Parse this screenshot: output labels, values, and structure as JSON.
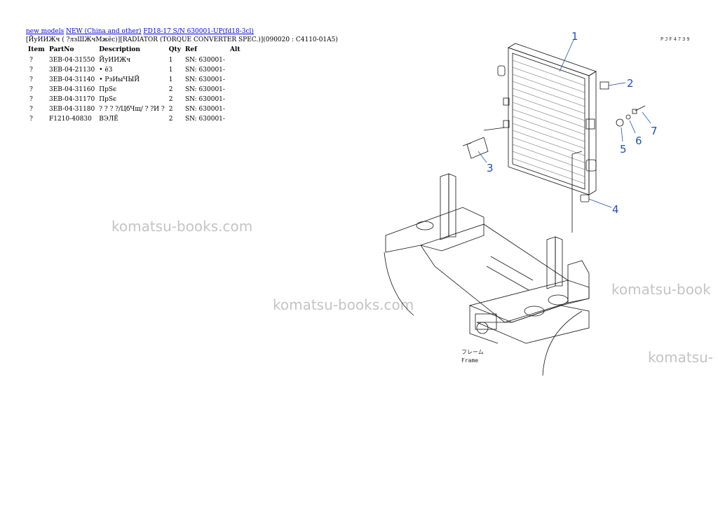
{
  "breadcrumb": {
    "link1": "new models",
    "link2": "NEW (China and other)",
    "link3": "FD18-17 S/N 630001-UP(fd18-3cl)"
  },
  "heading": "[ЙуИИЖч ( ?лзШЖчМжёс)][RADIATOR (TORQUE CONVERTER SPEC.)](090020 : C4110-01A5)",
  "table": {
    "headers": {
      "item": "Item",
      "partno": "PartNo",
      "description": "Description",
      "qty": "Qty",
      "ref": "Ref",
      "alt": "Alt"
    },
    "rows": [
      {
        "item": "?",
        "partno": "3EB-04-31550",
        "description": "ЙуИИЖч",
        "qty": "1",
        "ref": "SN: 630001-",
        "alt": ""
      },
      {
        "item": "?",
        "partno": "3EB-04-21130",
        "description": "• ёЗ",
        "qty": "1",
        "ref": "SN: 630001-",
        "alt": ""
      },
      {
        "item": "?",
        "partno": "3EB-04-31140",
        "description": "• РзИыЧЫЙ",
        "qty": "1",
        "ref": "SN: 630001-",
        "alt": ""
      },
      {
        "item": "?",
        "partno": "3EB-04-31160",
        "description": "ПрЅє",
        "qty": "2",
        "ref": "SN: 630001-",
        "alt": ""
      },
      {
        "item": "?",
        "partno": "3EB-04-31170",
        "description": "ПрЅє",
        "qty": "2",
        "ref": "SN: 630001-",
        "alt": ""
      },
      {
        "item": "?",
        "partno": "3EB-04-31180",
        "description": "? ? ? ?/ЦбЧщ/ ? ?И ?",
        "qty": "2",
        "ref": "SN: 630001-",
        "alt": ""
      },
      {
        "item": "?",
        "partno": "F1210-40830",
        "description": "ВЭЛЁ",
        "qty": "2",
        "ref": "SN: 630001-",
        "alt": ""
      }
    ]
  },
  "watermarks": {
    "w1": "komatsu-books.com",
    "w2": "komatsu-books.com",
    "w3": "komatsu-book",
    "w4": "komatsu-"
  },
  "drawing": {
    "code": "PJF4739",
    "caption_jp": "フレーム",
    "caption_en": "Frame",
    "callouts": [
      "1",
      "2",
      "3",
      "4",
      "5",
      "6",
      "7"
    ],
    "callout_color": "#1f4fb5"
  }
}
